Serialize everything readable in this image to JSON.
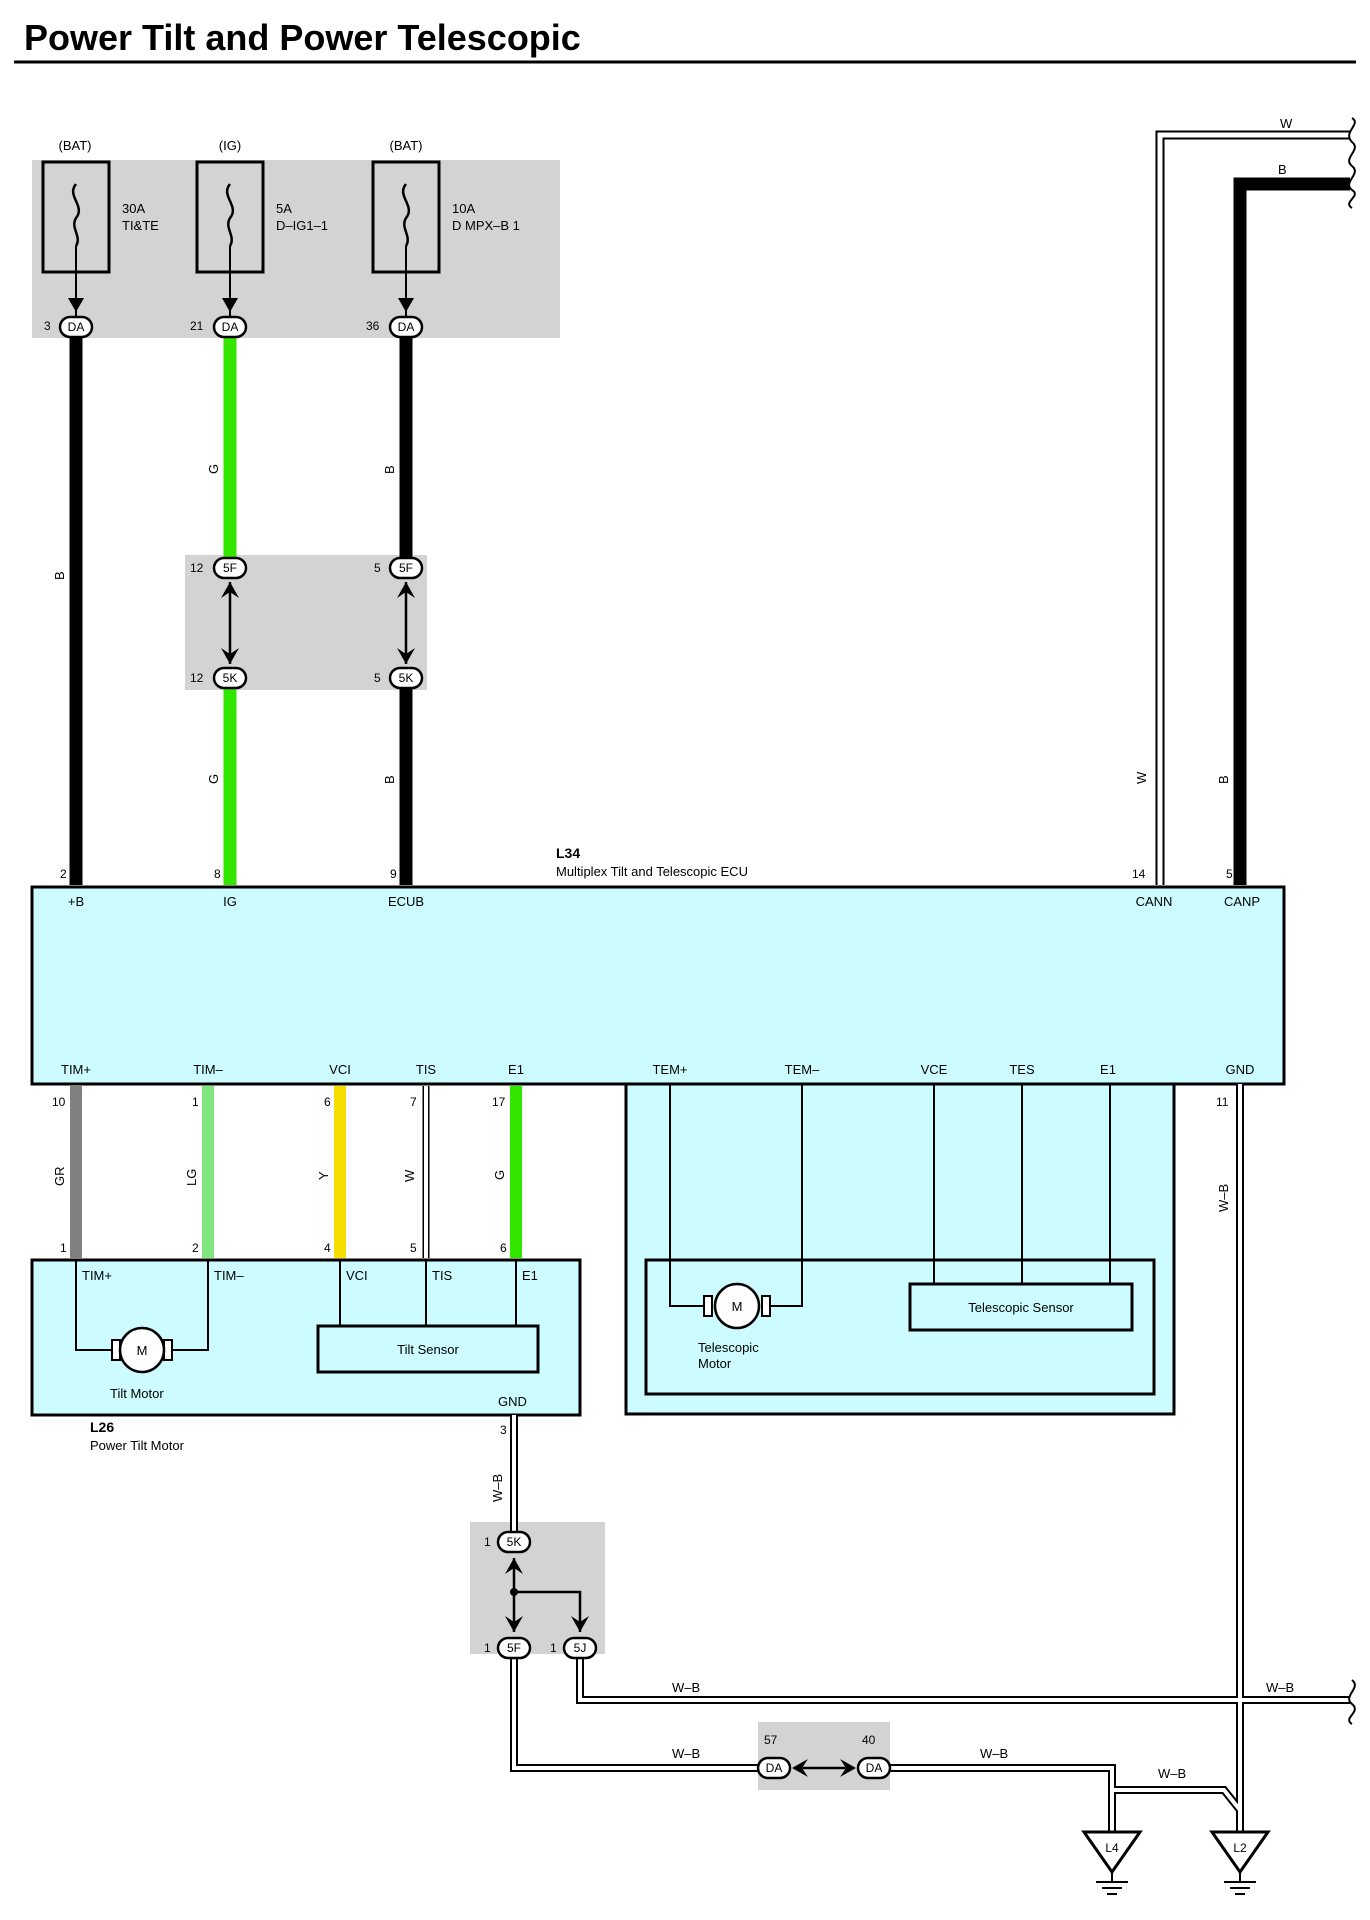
{
  "title": "Power Tilt and Power Telescopic",
  "colors": {
    "ecu_fill": "#ccfcff",
    "shade": "#d3d3d3",
    "wire_black": "#000000",
    "wire_green": "#33e600",
    "wire_lightgreen": "#7ee87e",
    "wire_gray": "#808080",
    "wire_yellow": "#f5dd00",
    "wire_white": "#ffffff"
  },
  "fuses": {
    "f1": {
      "source": "(BAT)",
      "rating": "30A",
      "name": "TI&TE",
      "pin": "3",
      "conn": "DA"
    },
    "f2": {
      "source": "(IG)",
      "rating": "5A",
      "name": "D–IG1–1",
      "pin": "21",
      "conn": "DA"
    },
    "f3": {
      "source": "(BAT)",
      "rating": "10A",
      "name": "D MPX–B 1",
      "pin": "36",
      "conn": "DA"
    }
  },
  "junction_top": {
    "g_top_pin": "12",
    "g_top_conn": "5F",
    "g_bot_pin": "12",
    "g_bot_conn": "5K",
    "b_top_pin": "5",
    "b_top_conn": "5F",
    "b_bot_pin": "5",
    "b_bot_conn": "5K"
  },
  "wires": {
    "b": "B",
    "g": "G",
    "w": "W",
    "wb": "W–B",
    "gr": "GR",
    "lg": "LG",
    "y": "Y"
  },
  "ecu": {
    "id": "L34",
    "name": "Multiplex Tilt and Telescopic ECU",
    "top_pins": [
      {
        "num": "2",
        "label": "+B"
      },
      {
        "num": "8",
        "label": "IG"
      },
      {
        "num": "9",
        "label": "ECUB"
      },
      {
        "num": "14",
        "label": "CANN"
      },
      {
        "num": "5",
        "label": "CANP"
      }
    ],
    "bottom_pins": [
      {
        "num": "10",
        "label": "TIM+"
      },
      {
        "num": "1",
        "label": "TIM–"
      },
      {
        "num": "6",
        "label": "VCI"
      },
      {
        "num": "7",
        "label": "TIS"
      },
      {
        "num": "17",
        "label": "E1"
      },
      {
        "label": "TEM+"
      },
      {
        "label": "TEM–"
      },
      {
        "label": "VCE"
      },
      {
        "label": "TES"
      },
      {
        "label": "E1"
      },
      {
        "num": "11",
        "label": "GND"
      }
    ]
  },
  "tilt_motor": {
    "id": "L26",
    "name": "Power Tilt Motor",
    "pins": [
      {
        "num": "1",
        "label": "TIM+"
      },
      {
        "num": "2",
        "label": "TIM–"
      },
      {
        "num": "4",
        "label": "VCI"
      },
      {
        "num": "5",
        "label": "TIS"
      },
      {
        "num": "6",
        "label": "E1"
      }
    ],
    "motor_symbol": "M",
    "motor_label": "Tilt Motor",
    "sensor_label": "Tilt Sensor",
    "gnd_pin": "3",
    "gnd_label": "GND"
  },
  "telescopic": {
    "motor_symbol": "M",
    "motor_label_1": "Telescopic",
    "motor_label_2": "Motor",
    "sensor_label": "Telescopic Sensor"
  },
  "junction_bottom": {
    "top_pin": "1",
    "top_conn": "5K",
    "left_pin": "1",
    "left_conn": "5F",
    "right_pin": "1",
    "right_conn": "5J"
  },
  "inline_conn": {
    "left_pin": "57",
    "left_conn": "DA",
    "right_pin": "40",
    "right_conn": "DA"
  },
  "grounds": {
    "g1": "L4",
    "g2": "L2"
  }
}
